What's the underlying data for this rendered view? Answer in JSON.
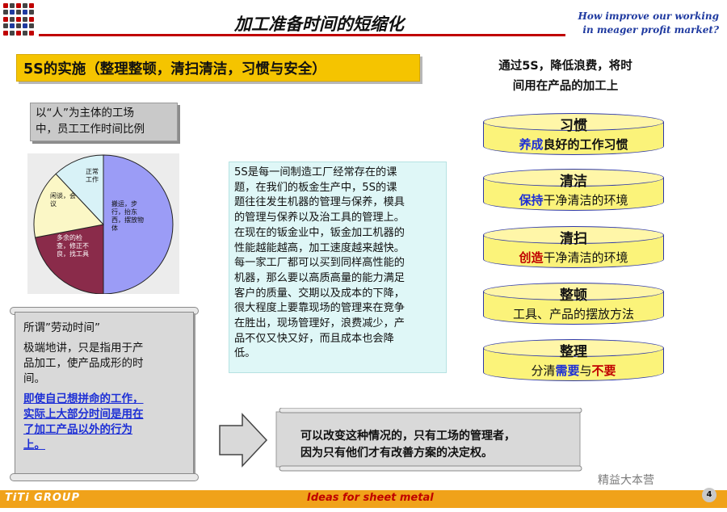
{
  "header": {
    "title": "加工准备时间的短缩化",
    "tagline_line1": "How improve our working",
    "tagline_line2": "in meager profit market?"
  },
  "banner": {
    "text": "5S的实施（整理整顿，清扫清洁，习惯与安全）"
  },
  "right_heading": {
    "line1": "通过5S，降低浪费，将时",
    "line2": "间用在产品的加工上"
  },
  "people_box": {
    "line1": "以“人”为主体的工场",
    "line2": "中，员工工作时间比例"
  },
  "pie": {
    "slices": [
      {
        "label": "搬运，步行，抬东西，摆放物体",
        "lines": [
          "搬运，步",
          "行，抬东",
          "西，摆放物",
          "体"
        ],
        "share": 0.5,
        "color": "#9b9cf6"
      },
      {
        "label": "多余的检查，修正不良，找工具",
        "lines": [
          "多余的检",
          "查，修正不",
          "良，找工具"
        ],
        "share": 0.22,
        "color": "#8a2b4a"
      },
      {
        "label": "闲谈，会议",
        "lines": [
          "闲谈，会",
          "议"
        ],
        "share": 0.16,
        "color": "#fbf7c6"
      },
      {
        "label": "正常工作",
        "lines": [
          "正常",
          "工作"
        ],
        "share": 0.12,
        "color": "#d8f2f7"
      }
    ]
  },
  "labor": {
    "heading": "所谓”劳动时间”",
    "para": [
      "极端地讲，只是指用于产",
      "品加工，使产品成形的时",
      "间。"
    ],
    "emphasis": [
      "即使自己想拼命的工作，",
      "实际上大部分时间是用在",
      "了加工产品以外的行为",
      "上。"
    ]
  },
  "info": {
    "lines": [
      "5S是每一间制造工厂经常存在的课",
      "题，在我们的板金生产中，5S的课",
      "题往往发生机器的管理与保养，模具",
      "的管理与保养以及治工具的管理上。",
      "在现在的钣金业中，钣金加工机器的",
      "性能越能越高，加工速度越来越快。",
      "每一家工厂都可以买到同样高性能的",
      "机器，那么要以高质高量的能力满足",
      "客户的质量、交期以及成本的下降，",
      "很大程度上要靠现场的管理来在竞争",
      "在胜出，现场管理好，浪费减少，产",
      "品不仅又快又好，而且成本也会降",
      "低。"
    ]
  },
  "steps": [
    {
      "name": "习惯",
      "pre": "",
      "hl": "养成",
      "hl_style": "blue",
      "rest": "良好的工作习惯",
      "rest_bold": true,
      "mid": "",
      "hl2": ""
    },
    {
      "name": "清洁",
      "pre": "",
      "hl": "保持",
      "hl_style": "blue",
      "rest": "干净清洁的环境",
      "rest_bold": false,
      "mid": "",
      "hl2": ""
    },
    {
      "name": "清扫",
      "pre": "",
      "hl": "创造",
      "hl_style": "red",
      "rest": "干净清洁的环境",
      "rest_bold": false,
      "mid": "",
      "hl2": ""
    },
    {
      "name": "整顿",
      "pre": "工具、产品的摆放方法",
      "hl": "",
      "hl_style": "",
      "rest": "",
      "rest_bold": false,
      "mid": "",
      "hl2": ""
    },
    {
      "name": "整理",
      "pre": "分清",
      "hl": "需要",
      "hl_style": "blue",
      "rest": "",
      "rest_bold": false,
      "mid": "与",
      "hl2": "不要"
    }
  ],
  "callout": {
    "line1": "可以改变这种情况的，只有工场的管理者，",
    "line2": "因为只有他们才有改善方案的决定权。"
  },
  "watermark": "精益大本营",
  "page_number": "4",
  "footer": {
    "brand": "TiTi GROUP",
    "slogan": "Ideas for sheet metal"
  }
}
